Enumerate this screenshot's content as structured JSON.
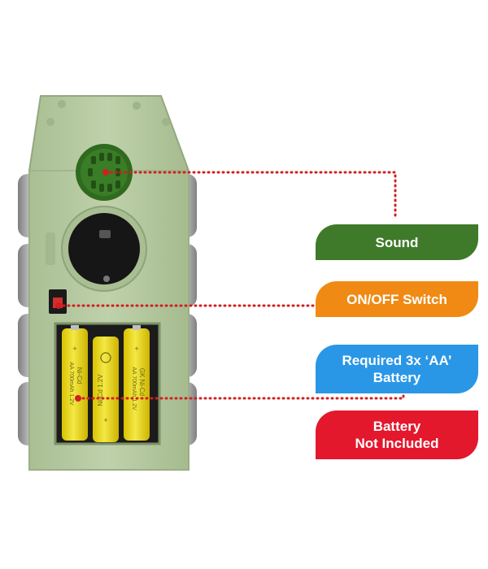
{
  "labels": {
    "sound": "Sound",
    "switch": "ON/OFF Switch",
    "battery_line1": "Required 3x ‘AA’",
    "battery_line2": "Battery",
    "not_included_line1": "Battery",
    "not_included_line2": "Not Included"
  },
  "battery_print": {
    "left": "Ni-Cd",
    "left_spec": "AA 700mAh 1.2V",
    "middle": "Ni-Cd 1.2V",
    "right": "GK Ni-Cd",
    "right_spec": "AA 700mAh 1.2V"
  },
  "colors": {
    "sound": "#3f7a2a",
    "switch": "#f08a14",
    "battery": "#2a97e6",
    "not_included": "#e3182d",
    "body": "#b7cca1",
    "wheel": "#9a9a9a",
    "speaker": "#2f6a1f",
    "dots": "#d0201f"
  }
}
